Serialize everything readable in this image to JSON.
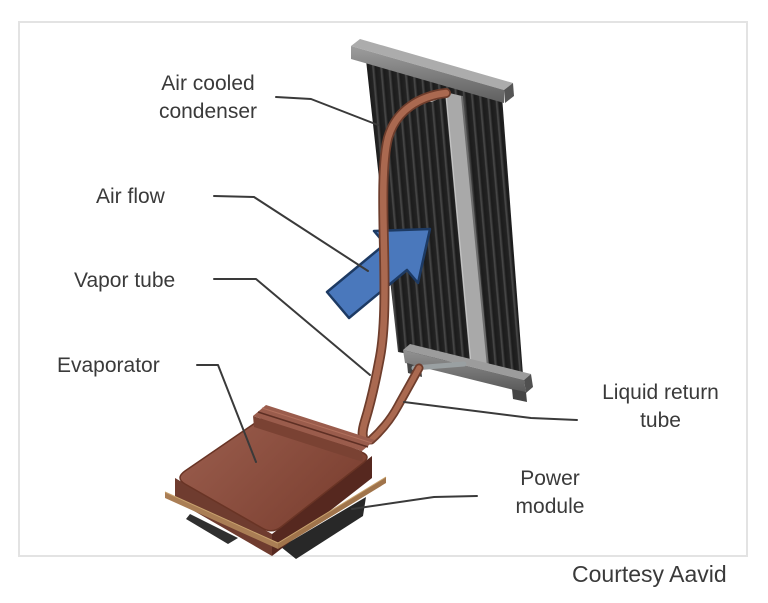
{
  "diagram": {
    "labels": {
      "air_cooled_condenser": "Air cooled\ncondenser",
      "air_flow": "Air flow",
      "vapor_tube": "Vapor tube",
      "evaporator": "Evaporator",
      "liquid_return_tube": "Liquid return\ntube",
      "power_module": "Power\nmodule"
    },
    "credit": "Courtesy Aavid",
    "components": [
      "air-cooled-condenser-panel",
      "air-flow-arrow",
      "vapor-tube",
      "liquid-return-tube",
      "evaporator-block",
      "power-module-block"
    ],
    "colors": {
      "text": "#3a3a3a",
      "border": "#e3e3e3",
      "background": "#ffffff",
      "arrow_blue": "#4a78bc",
      "arrow_outline": "#1d3a63",
      "copper_tube": "#aa6950",
      "evaporator_brown": "#8d5343",
      "fin_dark": "#1b1b1b",
      "metal_gray": "#9c9c9c"
    }
  }
}
